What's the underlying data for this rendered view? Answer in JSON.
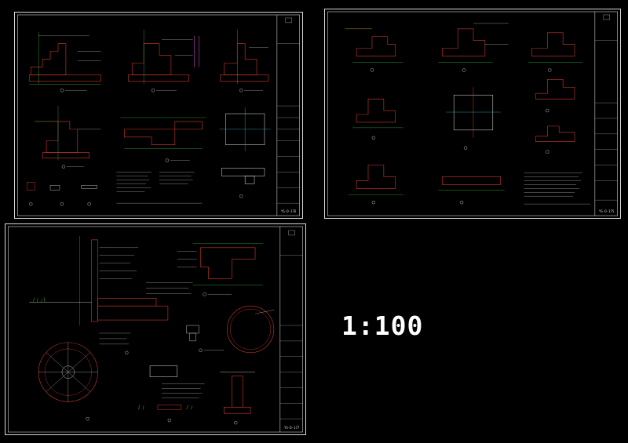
{
  "scale_label": "1:100",
  "sheets": [
    {
      "id": "sheet-1",
      "sheet_code": "YS-D-176"
    },
    {
      "id": "sheet-2",
      "sheet_code": "YS-D-175"
    },
    {
      "id": "sheet-3",
      "sheet_code": "YS-D-177"
    }
  ],
  "colors": {
    "background": "#000000",
    "frame": "#d8d8d8",
    "hatch_red": "#d23a2a",
    "dim_green": "#2fbf3a",
    "text_white": "#e6e6e6",
    "accent_yellow": "#d7c02a",
    "accent_magenta": "#c23fbf",
    "accent_cyan": "#39b7c7"
  }
}
